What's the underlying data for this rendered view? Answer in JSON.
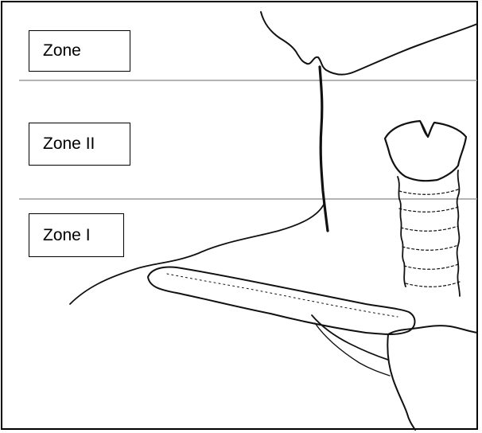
{
  "zones": [
    {
      "label": "Zone"
    },
    {
      "label": "Zone II"
    },
    {
      "label": "Zone I"
    }
  ],
  "colors": {
    "border": "#000000",
    "divider": "#9a9a9a",
    "ink": "#111111",
    "background": "#ffffff"
  }
}
